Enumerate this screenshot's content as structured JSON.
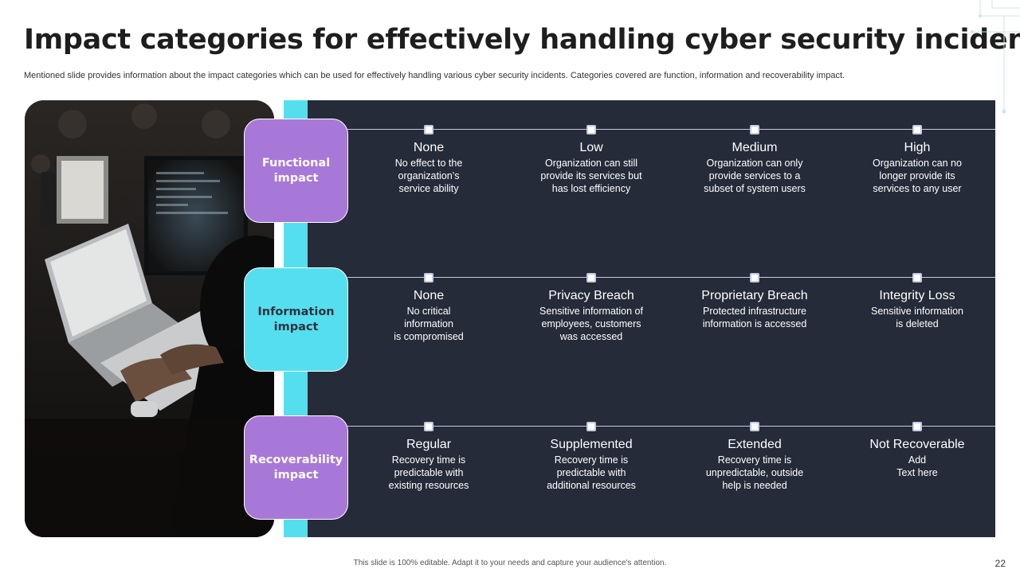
{
  "slide": {
    "title": "Impact categories for effectively handling cyber security incidents",
    "subtitle": "Mentioned slide provides information about the impact categories which can be used for effectively  handling various cyber security incidents. Categories covered are function, information and recoverability impact.",
    "footer": "This slide is 100% editable. Adapt it to your needs and capture your audience's attention.",
    "page_number": "22"
  },
  "image": {
    "description_icon": "photo-hacker-at-laptop"
  },
  "colors": {
    "purple": "#a878d9",
    "cyan": "#55dfee",
    "panel": "#252b38"
  },
  "rows": [
    {
      "category": "Functional\nimpact",
      "color": "purple",
      "levels": [
        {
          "title": "None",
          "desc": "No effect to the\norganization’s\nservice ability"
        },
        {
          "title": "Low",
          "desc": "Organization can still\nprovide its services but\nhas lost efficiency"
        },
        {
          "title": "Medium",
          "desc": "Organization can only\nprovide services to a\nsubset of system users"
        },
        {
          "title": "High",
          "desc": "Organization can no\nlonger provide its\nservices to any user"
        }
      ]
    },
    {
      "category": "Information\nimpact",
      "color": "cyan",
      "levels": [
        {
          "title": "None",
          "desc": "No critical\ninformation\nis compromised"
        },
        {
          "title": "Privacy Breach",
          "desc": "Sensitive information of\nemployees, customers\nwas accessed"
        },
        {
          "title": "Proprietary Breach",
          "desc": "Protected infrastructure\ninformation is accessed"
        },
        {
          "title": "Integrity Loss",
          "desc": "Sensitive information\nis deleted"
        }
      ]
    },
    {
      "category": "Recoverability\nimpact",
      "color": "purple",
      "levels": [
        {
          "title": "Regular",
          "desc": "Recovery time is\npredictable with\nexisting resources"
        },
        {
          "title": "Supplemented",
          "desc": "Recovery time is\npredictable with\nadditional resources"
        },
        {
          "title": "Extended",
          "desc": "Recovery time is\nunpredictable, outside\nhelp is needed"
        },
        {
          "title": "Not Recoverable",
          "desc": "Add\nText here"
        }
      ]
    }
  ]
}
